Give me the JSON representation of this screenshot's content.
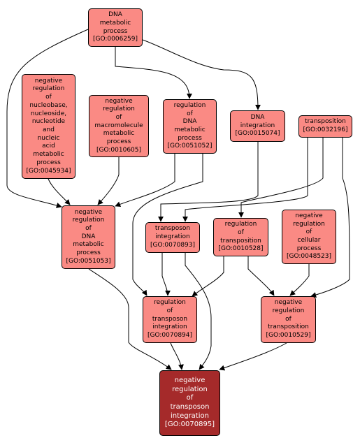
{
  "graph": {
    "nodes": [
      {
        "id": "GO:0006259",
        "label": "DNA\nmetabolic\nprocess\n[GO:0006259]",
        "focus": false
      },
      {
        "id": "GO:0045934",
        "label": "negative\nregulation\nof\nnucleobase,\nnucleoside,\nnucleotide\nand\nnucleic\nacid\nmetabolic\nprocess\n[GO:0045934]",
        "focus": false
      },
      {
        "id": "GO:0010605",
        "label": "negative\nregulation\nof\nmacromolecule\nmetabolic\nprocess\n[GO:0010605]",
        "focus": false
      },
      {
        "id": "GO:0051052",
        "label": "regulation\nof\nDNA\nmetabolic\nprocess\n[GO:0051052]",
        "focus": false
      },
      {
        "id": "GO:0015074",
        "label": "DNA\nintegration\n[GO:0015074]",
        "focus": false
      },
      {
        "id": "GO:0032196",
        "label": "transposition\n[GO:0032196]",
        "focus": false
      },
      {
        "id": "GO:0051053",
        "label": "negative\nregulation\nof\nDNA\nmetabolic\nprocess\n[GO:0051053]",
        "focus": false
      },
      {
        "id": "GO:0070893",
        "label": "transposon\nintegration\n[GO:0070893]",
        "focus": false
      },
      {
        "id": "GO:0010528",
        "label": "regulation\nof\ntransposition\n[GO:0010528]",
        "focus": false
      },
      {
        "id": "GO:0048523",
        "label": "negative\nregulation\nof\ncellular\nprocess\n[GO:0048523]",
        "focus": false
      },
      {
        "id": "GO:0070894",
        "label": "regulation\nof\ntransposon\nintegration\n[GO:0070894]",
        "focus": false
      },
      {
        "id": "GO:0010529",
        "label": "negative\nregulation\nof\ntransposition\n[GO:0010529]",
        "focus": false
      },
      {
        "id": "GO:0070895",
        "label": "negative\nregulation\nof\ntransposon\nintegration\n[GO:0070895]",
        "focus": true
      }
    ],
    "edges": [
      {
        "from": "GO:0006259",
        "to": "GO:0051053"
      },
      {
        "from": "GO:0006259",
        "to": "GO:0051052"
      },
      {
        "from": "GO:0006259",
        "to": "GO:0015074"
      },
      {
        "from": "GO:0045934",
        "to": "GO:0051053"
      },
      {
        "from": "GO:0010605",
        "to": "GO:0051053"
      },
      {
        "from": "GO:0051052",
        "to": "GO:0051053"
      },
      {
        "from": "GO:0051052",
        "to": "GO:0070894"
      },
      {
        "from": "GO:0015074",
        "to": "GO:0070893"
      },
      {
        "from": "GO:0032196",
        "to": "GO:0070893"
      },
      {
        "from": "GO:0032196",
        "to": "GO:0010528"
      },
      {
        "from": "GO:0032196",
        "to": "GO:0010529"
      },
      {
        "from": "GO:0051053",
        "to": "GO:0070895"
      },
      {
        "from": "GO:0070893",
        "to": "GO:0070894"
      },
      {
        "from": "GO:0070893",
        "to": "GO:0070895"
      },
      {
        "from": "GO:0010528",
        "to": "GO:0070894"
      },
      {
        "from": "GO:0010528",
        "to": "GO:0010529"
      },
      {
        "from": "GO:0048523",
        "to": "GO:0010529"
      },
      {
        "from": "GO:0070894",
        "to": "GO:0070895"
      },
      {
        "from": "GO:0010529",
        "to": "GO:0070895"
      }
    ]
  }
}
